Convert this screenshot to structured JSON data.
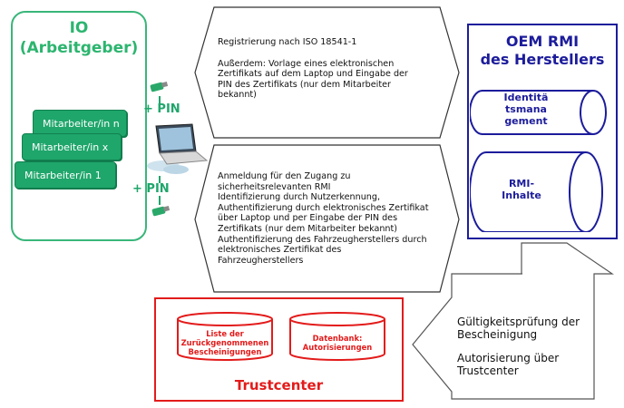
{
  "io": {
    "title_line1": "IO",
    "title_line2": "(Arbeitgeber)",
    "employees": [
      "Mitarbeiter/in n",
      "Mitarbeiter/in x",
      "Mitarbeiter/in 1"
    ],
    "pin_top": "+ PIN",
    "pin_bottom": "+ PIN"
  },
  "top_arrow": {
    "line1": "Registrierung nach ISO 18541-1",
    "para2": [
      "Außerdem: Vorlage eines elektronischen",
      "Zertifikats auf dem Laptop und Eingabe der",
      "PIN des Zertifikats (nur dem Mitarbeiter",
      "bekannt)"
    ]
  },
  "bottom_arrow": {
    "lines": [
      "Anmeldung für den Zugang zu",
      "sicherheitsrelevanten RMI",
      "Identifizierung durch Nutzerkennung,",
      "Authentifizierung durch elektronisches Zertifikat",
      "über Laptop und per Eingabe der PIN des",
      "Zertifikats (nur dem Mitarbeiter bekannt)",
      "Authentifizierung des Fahrzeugherstellers durch",
      "elektronisches Zertifikat des",
      "Fahrzeugherstellers"
    ]
  },
  "oem": {
    "title_line1": "OEM RMI",
    "title_line2": "des Herstellers",
    "identity": [
      "Identitä",
      "tsmana",
      "gement"
    ],
    "rmi": [
      "RMI-",
      "Inhalte"
    ]
  },
  "trustcenter": {
    "title": "Trustcenter",
    "db1": [
      "Liste der",
      "Zurückgenommenen",
      "Bescheinigungen"
    ],
    "db2": [
      "Datenbank:",
      "Autorisierungen"
    ]
  },
  "right_arrow": {
    "para1": [
      "Gültigkeitsprüfung der",
      "Bescheinigung"
    ],
    "para2": [
      "Autorisierung über",
      "Trustcenter"
    ]
  },
  "colors": {
    "io": "#39b67a",
    "oem": "#1c1c9c",
    "trustcenter": "#e31b1b"
  }
}
